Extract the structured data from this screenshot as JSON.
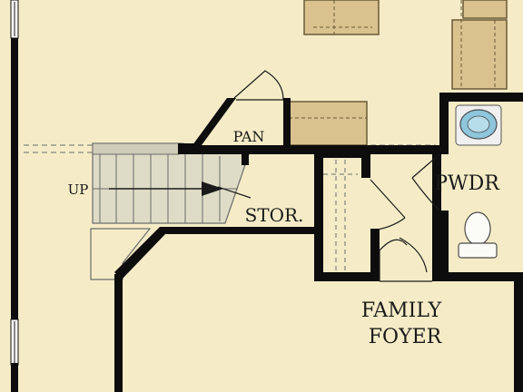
{
  "rooms": {
    "pantry": "PAN",
    "stairs_up": "UP",
    "storage": "STOR.",
    "powder": "PWDR",
    "family_foyer_line1": "FAMILY",
    "family_foyer_line2": "FOYER"
  },
  "colors": {
    "floor": "#f5ecc7",
    "wall": "#0d0d0d",
    "cabinet": "#d9c28e",
    "stair": "#dedcc6",
    "fixture_blue": "#8ec6dc"
  }
}
